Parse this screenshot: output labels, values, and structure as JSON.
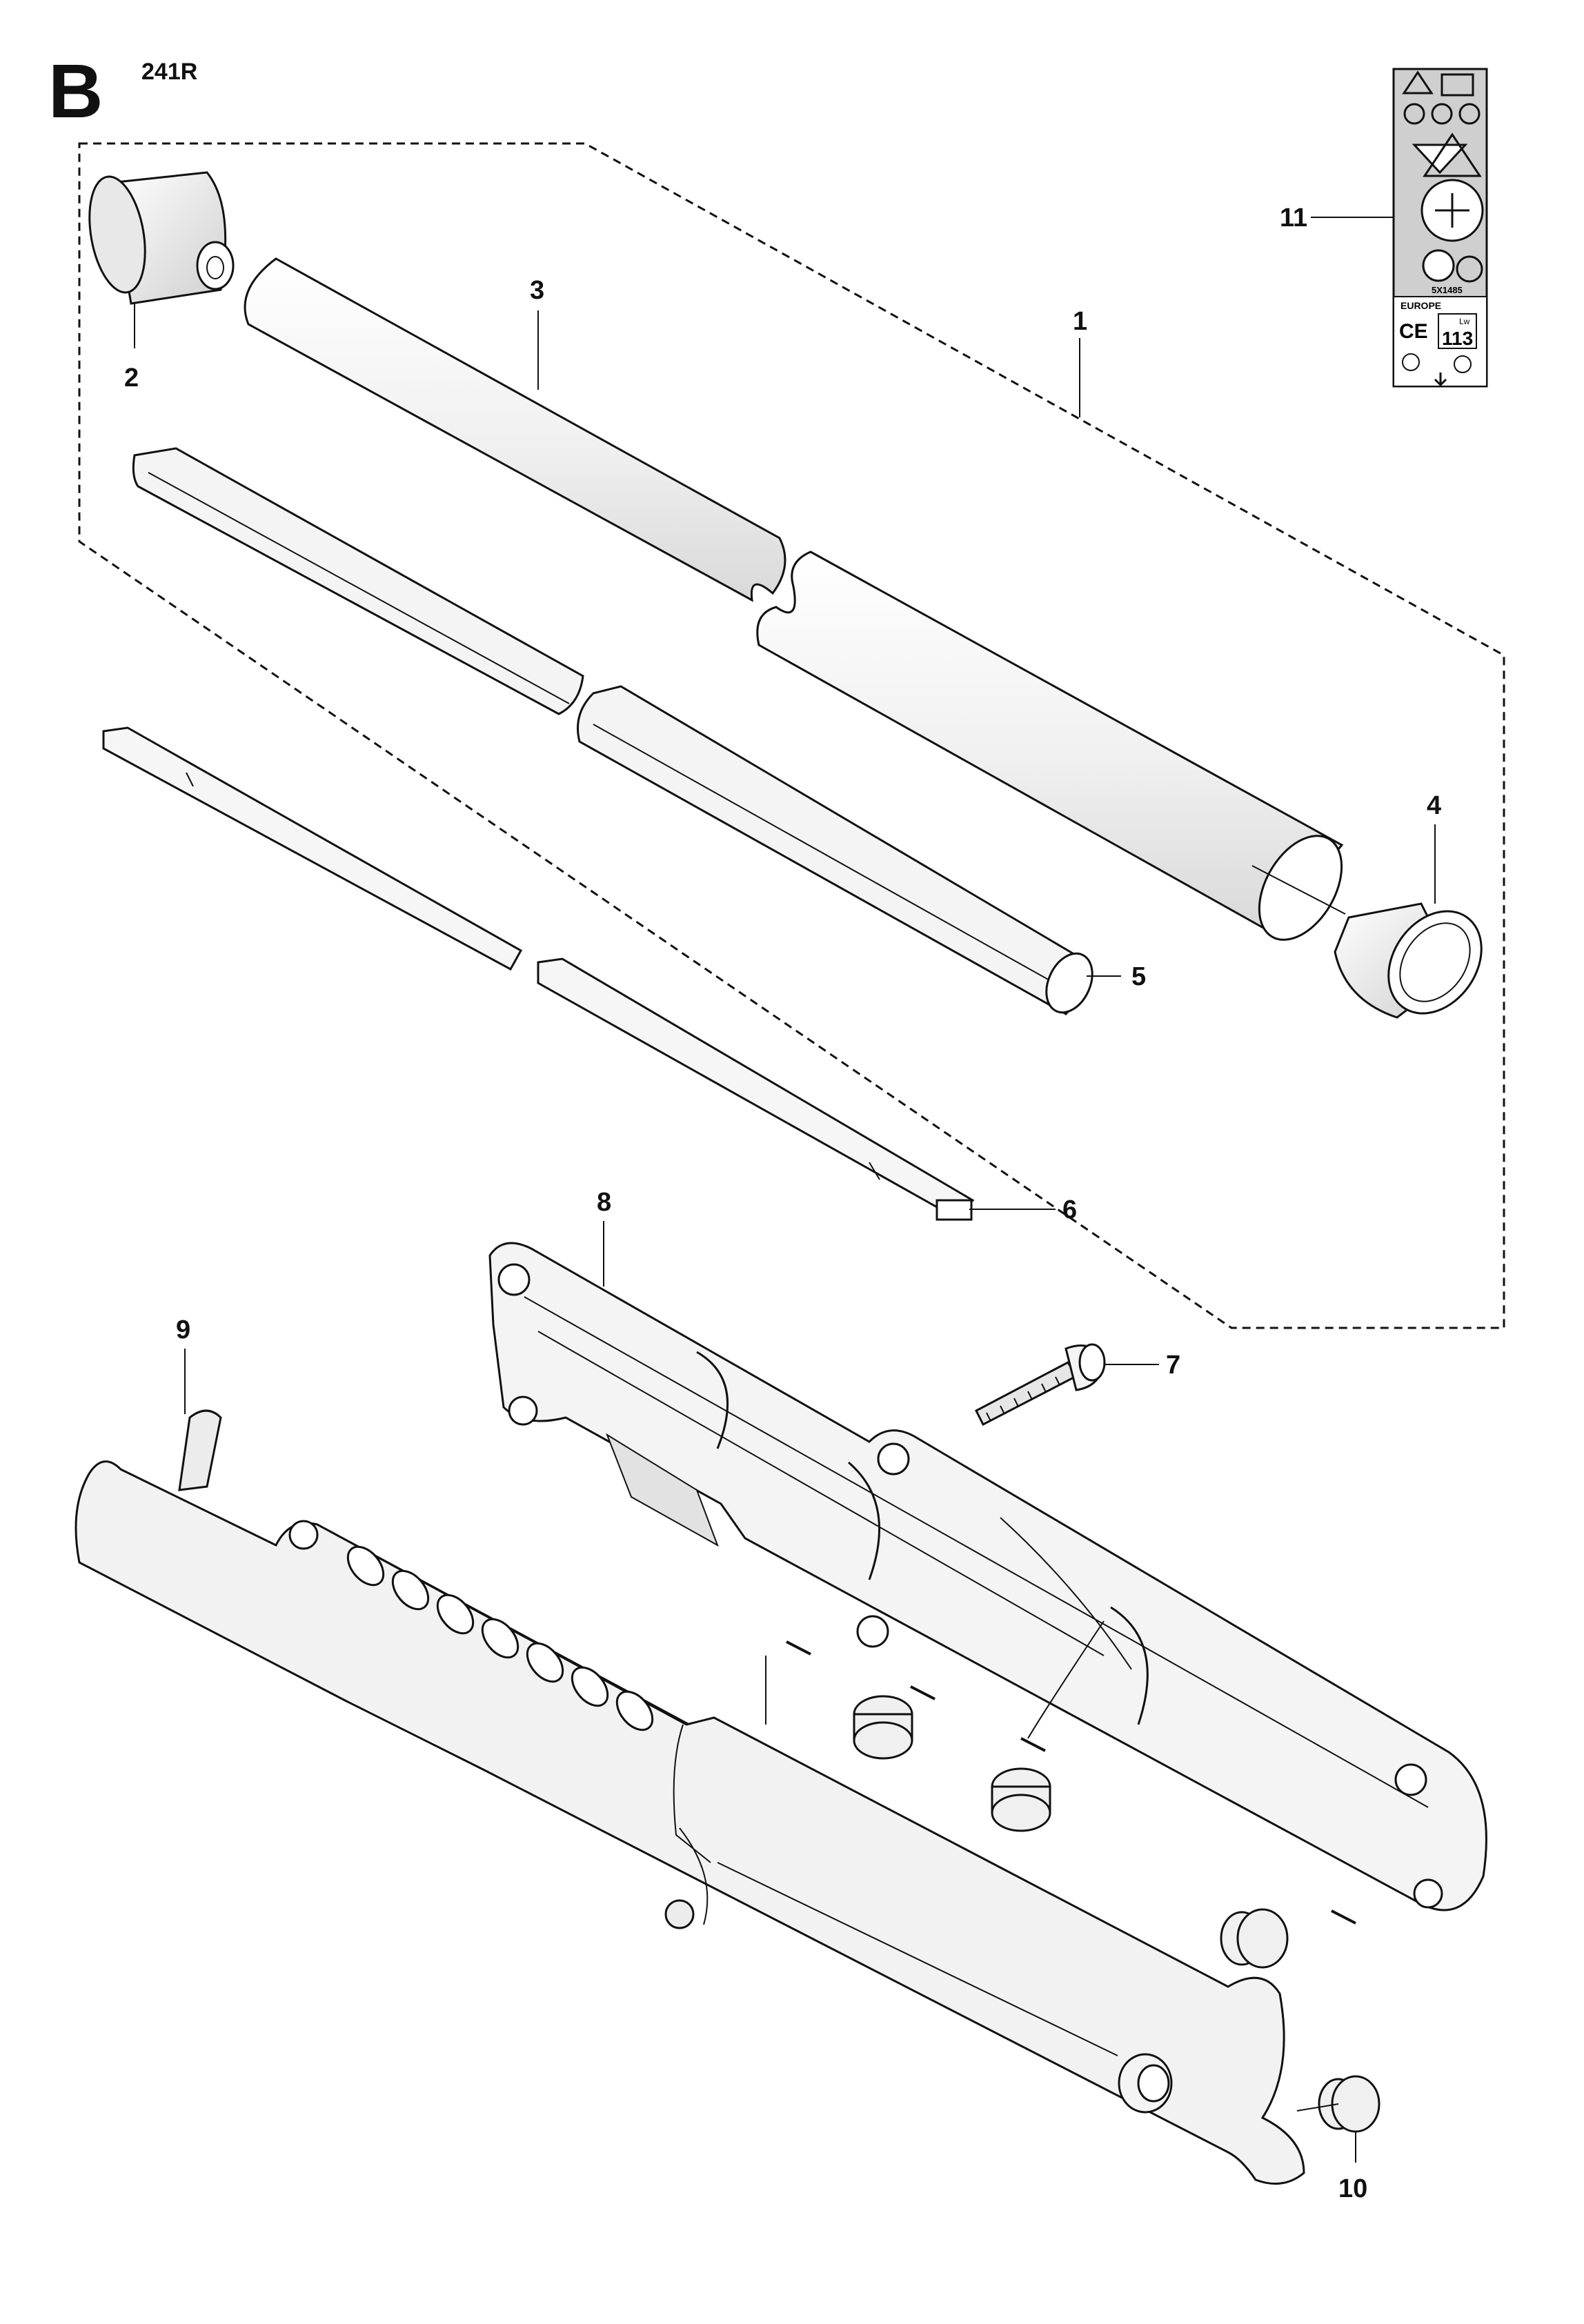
{
  "section_letter": "B",
  "model": "241R",
  "callouts": [
    "1",
    "2",
    "3",
    "4",
    "5",
    "6",
    "7",
    "8",
    "9",
    "10",
    "11"
  ],
  "label_sticker": {
    "region_text": "EUROPE",
    "part_code": "5X1485",
    "ce_mark": "CE",
    "sound_level": "113",
    "sound_unit": "Lw"
  },
  "colors": {
    "line": "#111111",
    "fill_light": "#f2f2f2",
    "fill_mid": "#dedede",
    "sticker_bg": "#cfcfcf"
  }
}
